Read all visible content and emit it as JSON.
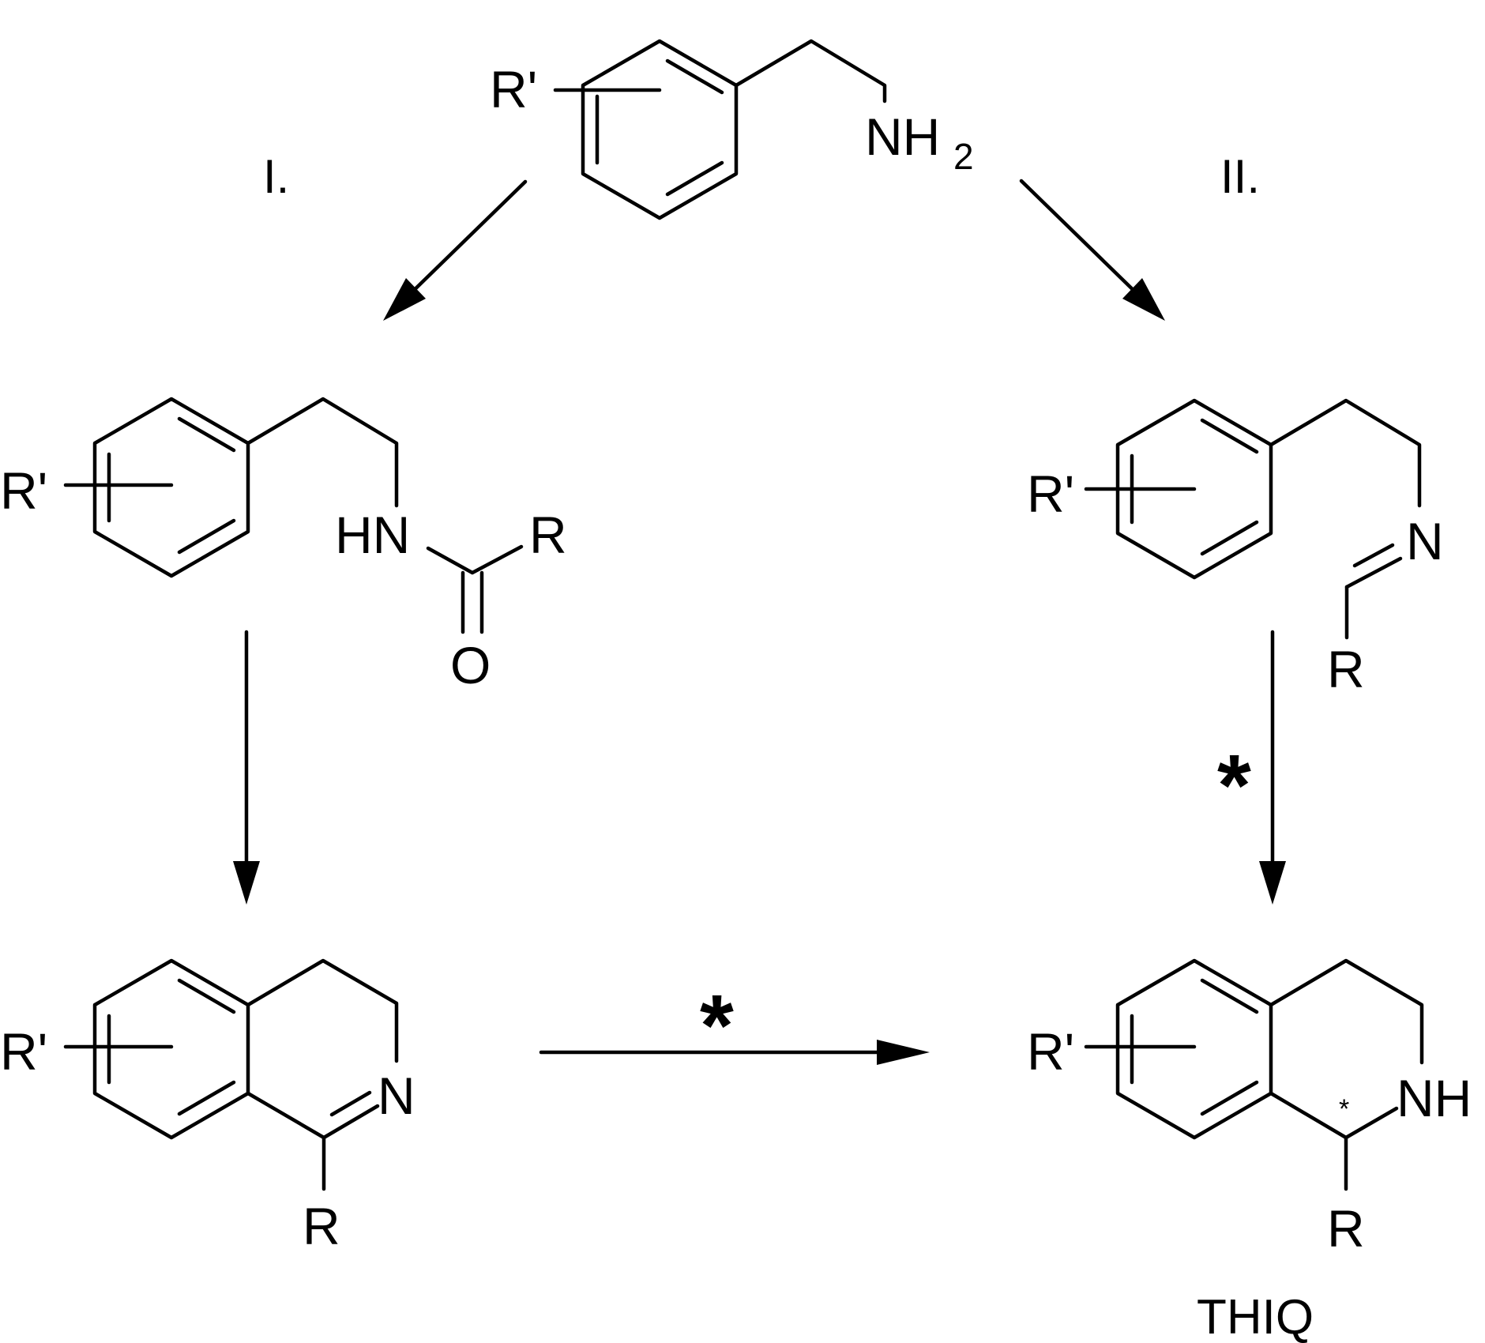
{
  "route_labels": {
    "route_1": "I.",
    "route_2": "II."
  },
  "atoms": {
    "r_prime": "R'",
    "r": "R",
    "nh": "NH",
    "subscript_2": "2",
    "hn": "HN",
    "n": "N",
    "o": "O"
  },
  "catalysis_mark": "*",
  "stereocenter_mark": "*",
  "product_name": "THIQ"
}
